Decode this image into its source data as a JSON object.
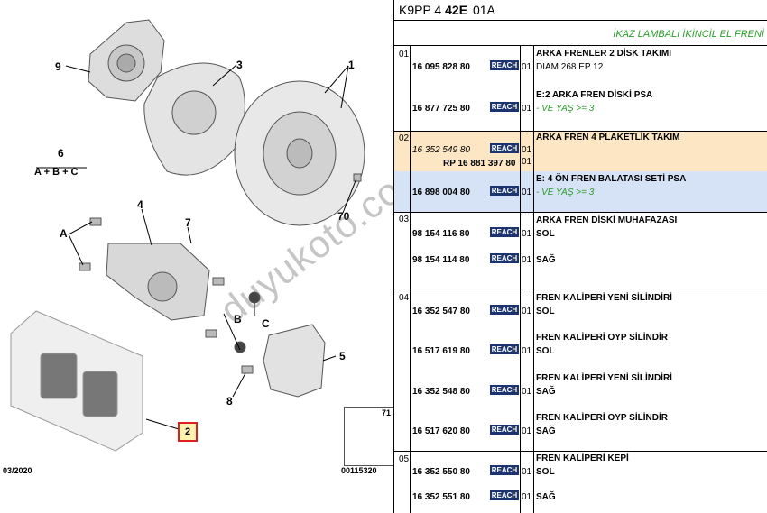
{
  "header": {
    "code_prefix": "K9PP 4",
    "code_bold": "42E",
    "code_suffix": "01A"
  },
  "warning": "İKAZ LAMBALI İKİNCİL EL FRENİ",
  "diagram": {
    "labels": {
      "l1": "1",
      "l2": "2",
      "l3": "3",
      "l4": "4",
      "l5": "5",
      "l6": "6",
      "l7": "7",
      "l8": "8",
      "l9": "9",
      "l70": "70",
      "l71": "71",
      "lA": "A",
      "lB": "B",
      "lC": "C",
      "lABC": "A + B + C"
    },
    "date": "03/2020",
    "ref_code": "00115320",
    "watermark": "duyukoto.com"
  },
  "groups": [
    {
      "num": "01"
    },
    {
      "num": "02"
    },
    {
      "num": "03"
    },
    {
      "num": "04"
    },
    {
      "num": "05"
    }
  ],
  "rows": {
    "r1": {
      "pn": "16 095 828 80",
      "qty": "01",
      "desc": "ARKA FRENLER 2 DİSK TAKIMI",
      "desc2": "DIAM 268 EP 12"
    },
    "r2": {
      "pn": "16 877 725 80",
      "qty": "01",
      "desc": "E:2 ARKA FREN DİSKİ PSA",
      "desc2": "- VE YAŞ >= 3"
    },
    "r3": {
      "pn": "16 352 549 80",
      "qty": "01",
      "desc": "ARKA FREN 4 PLAKETLİK TAKIM"
    },
    "r3b": {
      "pn": "RP 16 881 397 80",
      "qty": "01"
    },
    "r4": {
      "pn": "16 898 004 80",
      "qty": "01",
      "desc": "E: 4 ÖN FREN BALATASI SETİ PSA",
      "desc2": "- VE YAŞ >= 3"
    },
    "r5": {
      "pn": "98 154 116 80",
      "qty": "01",
      "desc": "ARKA FREN DİSKİ MUHAFAZASI",
      "desc2": "SOL"
    },
    "r6": {
      "pn": "98 154 114 80",
      "qty": "01",
      "desc": "SAĞ"
    },
    "r7": {
      "pn": "16 352 547 80",
      "qty": "01",
      "desc": "FREN KALİPERİ YENİ SİLİNDİRİ",
      "desc2": "SOL"
    },
    "r8": {
      "pn": "16 517 619 80",
      "qty": "01",
      "desc": "FREN KALİPERİ OYP SİLİNDİR",
      "desc2": "SOL"
    },
    "r9": {
      "pn": "16 352 548 80",
      "qty": "01",
      "desc": "FREN KALİPERİ YENİ SİLİNDİRİ",
      "desc2": "SAĞ"
    },
    "r10": {
      "pn": "16 517 620 80",
      "qty": "01",
      "desc": "FREN KALİPERİ OYP SİLİNDİR",
      "desc2": "SAĞ"
    },
    "r11": {
      "pn": "16 352 550 80",
      "qty": "01",
      "desc": "FREN KALİPERİ KEPİ",
      "desc2": "SOL"
    },
    "r12": {
      "pn": "16 352 551 80",
      "qty": "01",
      "desc": "SAĞ"
    }
  },
  "reach_label": "REACH",
  "colors": {
    "highlight_orange": "#fde6c4",
    "highlight_blue": "#d6e3f6",
    "reach": "#1b3470",
    "green_text": "#2a9d2a",
    "part_box": "#e02020"
  }
}
